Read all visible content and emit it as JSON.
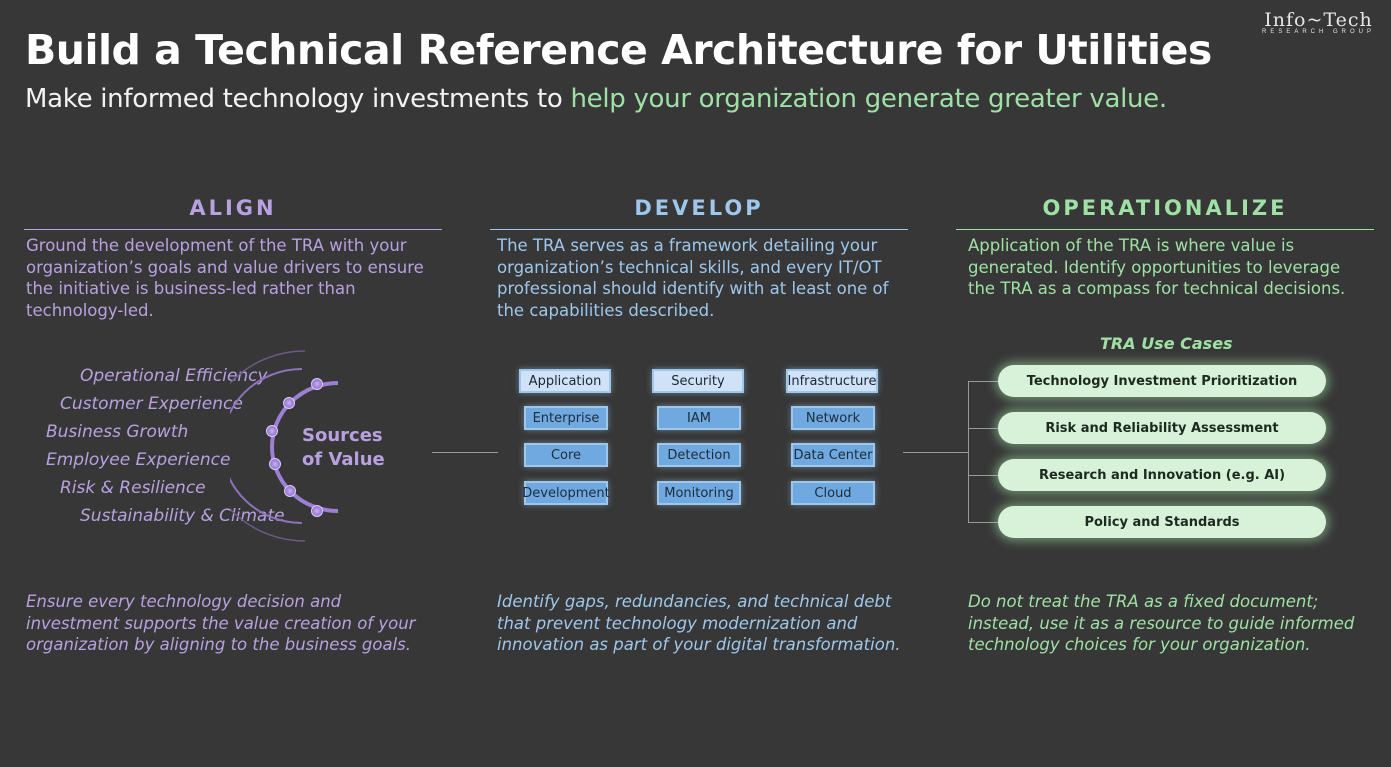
{
  "header": {
    "title": "Build a Technical Reference Architecture for Utilities",
    "subtitle_plain": "Make informed technology investments to ",
    "subtitle_accent": "help your organization generate greater value.",
    "logo_main": "Info~Tech",
    "logo_sub": "RESEARCH GROUP"
  },
  "align": {
    "heading": "ALIGN",
    "description": "Ground the development of the TRA with your organization’s goals and value drivers to ensure the initiative is business-led rather than technology-led.",
    "value_drivers": [
      "Operational Efficiency",
      "Customer Experience",
      "Business Growth",
      "Employee Experience",
      "Risk & Resilience",
      "Sustainability & Climate"
    ],
    "center_label_1": "Sources",
    "center_label_2": "of Value",
    "footer": "Ensure every technology decision and investment supports the value creation of your organization by aligning to the business goals."
  },
  "develop": {
    "heading": "DEVELOP",
    "description": "The TRA serves as a framework detailing your organization’s technical skills, and every IT/OT professional should identify with at least one of the capabilities described.",
    "capabilities": [
      {
        "header": "Application",
        "items": [
          "Enterprise",
          "Core",
          "Development"
        ]
      },
      {
        "header": "Security",
        "items": [
          "IAM",
          "Detection",
          "Monitoring"
        ]
      },
      {
        "header": "Infrastructure",
        "items": [
          "Network",
          "Data Center",
          "Cloud"
        ]
      }
    ],
    "footer": "Identify gaps, redundancies, and technical debt that prevent technology modernization and innovation as part of your digital transformation."
  },
  "operationalize": {
    "heading": "OPERATIONALIZE",
    "description": "Application of the TRA is where value is generated. Identify opportunities to leverage the TRA as a compass for technical decisions.",
    "use_cases_title": "TRA Use Cases",
    "use_cases": [
      "Technology Investment Prioritization",
      "Risk and Reliability Assessment",
      "Research and Innovation (e.g. AI)",
      "Policy and Standards"
    ],
    "footer": "Do not treat the TRA as a fixed document; instead, use it as a resource to guide informed technology choices for your organization."
  },
  "colors": {
    "background": "#373737",
    "purple": "#b9a1e1",
    "blue": "#9ec7ec",
    "green": "#9fe0a4"
  }
}
